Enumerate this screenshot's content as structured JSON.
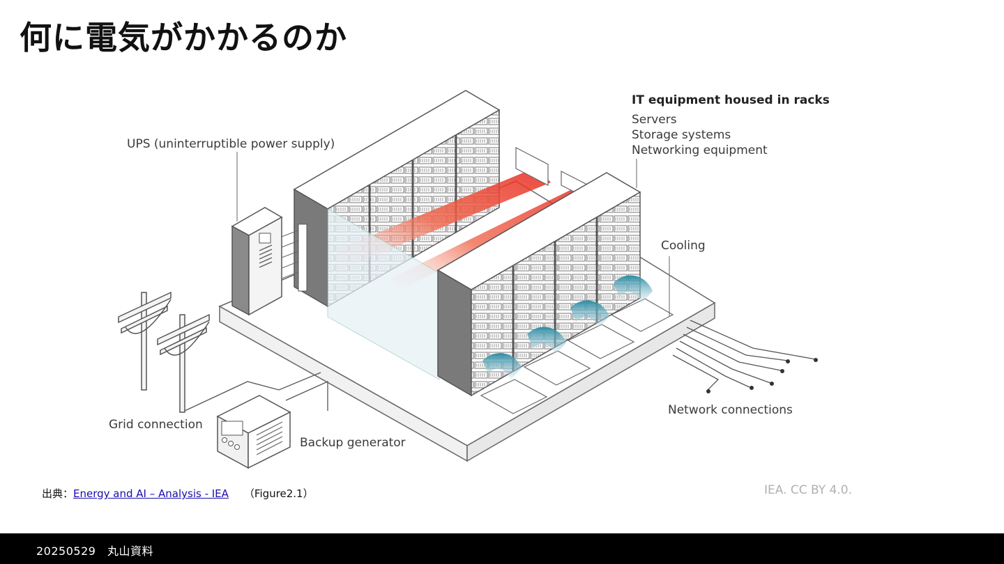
{
  "slide": {
    "title": "何に電気がかかるのか"
  },
  "diagram": {
    "labels": {
      "ups": "UPS (uninterruptible power supply)",
      "it_title": "IT equipment housed in racks",
      "servers": "Servers",
      "storage": "Storage systems",
      "networking": "Networking equipment",
      "cooling": "Cooling",
      "network_connections": "Network connections",
      "grid_connection": "Grid connection",
      "backup_generator": "Backup generator"
    },
    "credit": "IEA. CC BY 4.0.",
    "colors": {
      "hot_air": "#e8261c",
      "cold_air": "#2b8ca3",
      "outline": "#555555",
      "rack": "#6f6f6f"
    }
  },
  "source": {
    "prefix": "出典：",
    "link_text": "Energy and AI – Analysis - IEA",
    "figure": "（Figure2.1）"
  },
  "footer": {
    "text": "20250529　丸山資料"
  }
}
